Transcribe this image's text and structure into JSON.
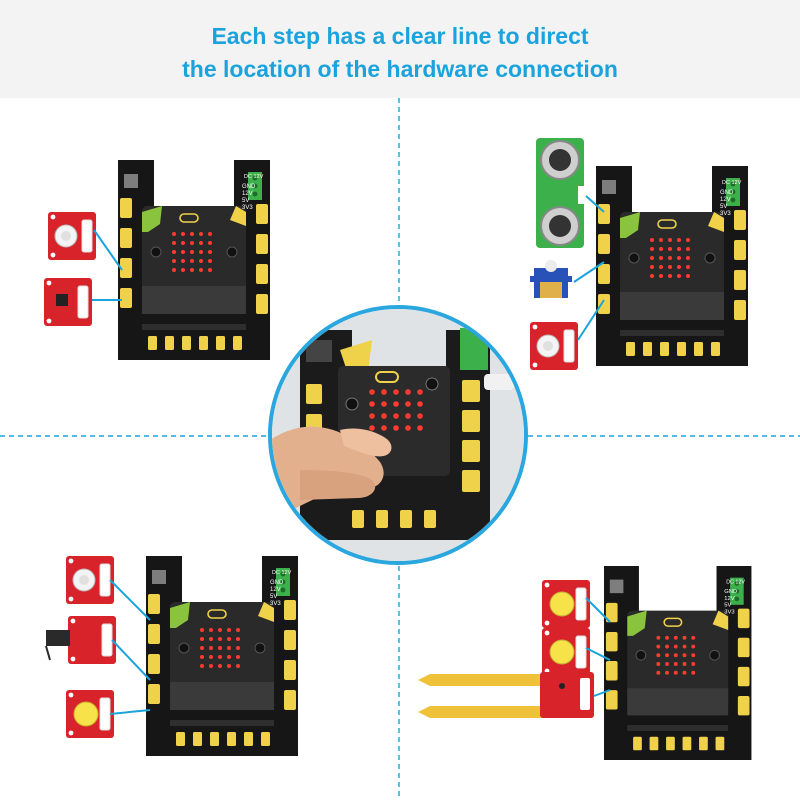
{
  "header": {
    "line1": "Each step has a clear line to direct",
    "line2": "the location of the hardware connection"
  },
  "board": {
    "power_label": "DC 12V",
    "pins": [
      "GND",
      "12V",
      "5V",
      "3V3"
    ]
  },
  "colors": {
    "title": "#1aa3dc",
    "divider": "#1aa3dc",
    "board": "#161616",
    "module": "#d8232a",
    "port": "#f0d24a",
    "microbit_accent": "#8ac43f"
  }
}
